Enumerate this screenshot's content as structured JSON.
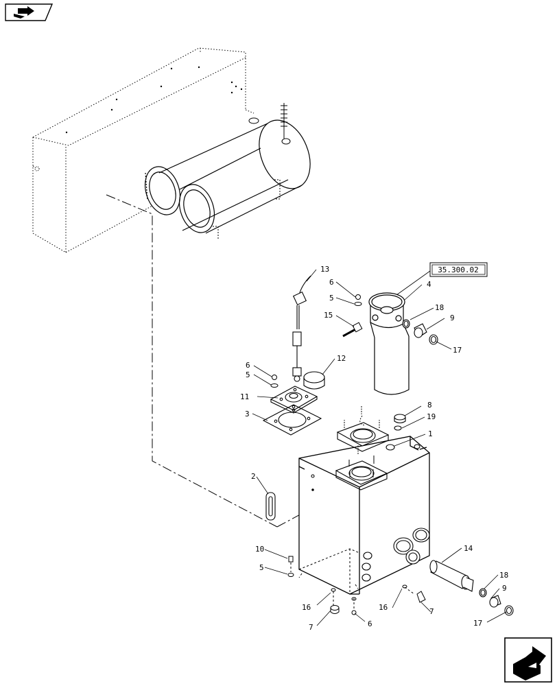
{
  "nav": {
    "top_left_icon": "book-open-arrow-icon",
    "bottom_right_icon": "next-page-arrow-icon"
  },
  "reference_box": "35.300.02",
  "callouts": [
    {
      "id": "c13",
      "text": "13"
    },
    {
      "id": "c6a",
      "text": "6"
    },
    {
      "id": "c5a",
      "text": "5"
    },
    {
      "id": "c4",
      "text": "4"
    },
    {
      "id": "c15",
      "text": "15"
    },
    {
      "id": "c18a",
      "text": "18"
    },
    {
      "id": "c9a",
      "text": "9"
    },
    {
      "id": "c17a",
      "text": "17"
    },
    {
      "id": "c12",
      "text": "12"
    },
    {
      "id": "c6b",
      "text": "6"
    },
    {
      "id": "c5b",
      "text": "5"
    },
    {
      "id": "c11",
      "text": "11"
    },
    {
      "id": "c3",
      "text": "3"
    },
    {
      "id": "c8",
      "text": "8"
    },
    {
      "id": "c19",
      "text": "19"
    },
    {
      "id": "c1",
      "text": "1"
    },
    {
      "id": "c2",
      "text": "2"
    },
    {
      "id": "c14",
      "text": "14"
    },
    {
      "id": "c10",
      "text": "10"
    },
    {
      "id": "c5c",
      "text": "5"
    },
    {
      "id": "c18b",
      "text": "18"
    },
    {
      "id": "c9b",
      "text": "9"
    },
    {
      "id": "c16a",
      "text": "16"
    },
    {
      "id": "c16b",
      "text": "16"
    },
    {
      "id": "c7a",
      "text": "7"
    },
    {
      "id": "c7b",
      "text": "7"
    },
    {
      "id": "c6c",
      "text": "6"
    },
    {
      "id": "c17b",
      "text": "17"
    }
  ]
}
